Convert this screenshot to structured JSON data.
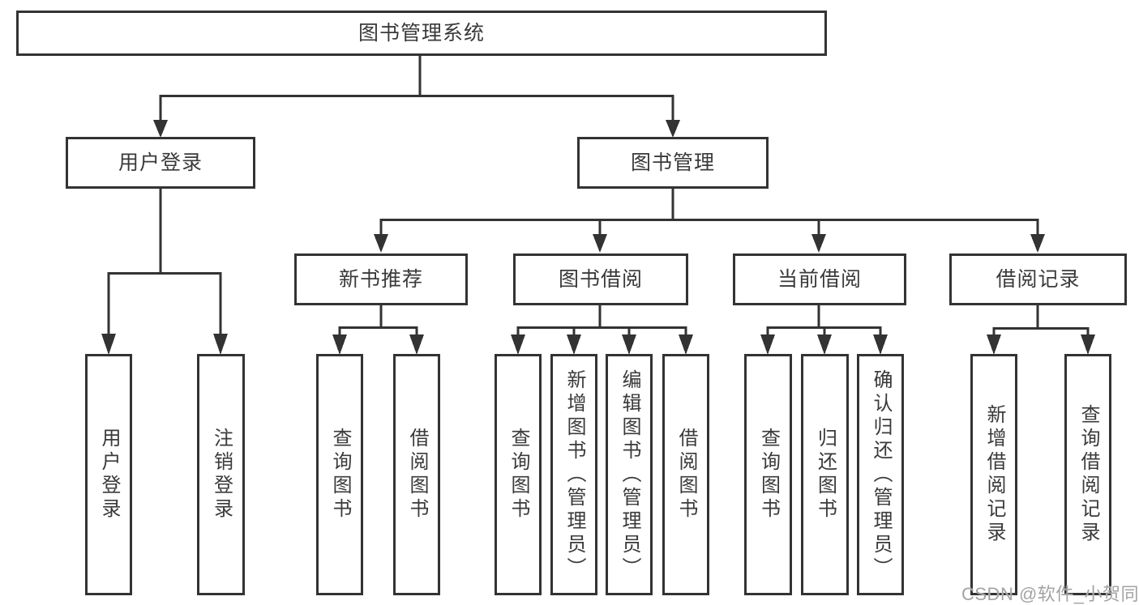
{
  "diagram": {
    "root": {
      "label": "图书管理系统"
    },
    "level1": [
      {
        "label": "用户登录"
      },
      {
        "label": "图书管理"
      }
    ],
    "level2": [
      {
        "label": "新书推荐"
      },
      {
        "label": "图书借阅"
      },
      {
        "label": "当前借阅"
      },
      {
        "label": "借阅记录"
      }
    ],
    "leaves": [
      {
        "label": "用户登录"
      },
      {
        "label": "注销登录"
      },
      {
        "label": "查询图书"
      },
      {
        "label": "借阅图书"
      },
      {
        "label": "查询图书"
      },
      {
        "label": "新增图书（管理员）"
      },
      {
        "label": "编辑图书（管理员）"
      },
      {
        "label": "借阅图书"
      },
      {
        "label": "查询图书"
      },
      {
        "label": "归还图书"
      },
      {
        "label": "确认归还（管理员）"
      },
      {
        "label": "新增借阅记录"
      },
      {
        "label": "查询借阅记录"
      }
    ],
    "watermark": "CSDN @软件_小贺同学",
    "colors": {
      "line": "#333333",
      "text": "#3a3a3a",
      "background": "#ffffff",
      "watermark": "#a3a3a3"
    }
  }
}
